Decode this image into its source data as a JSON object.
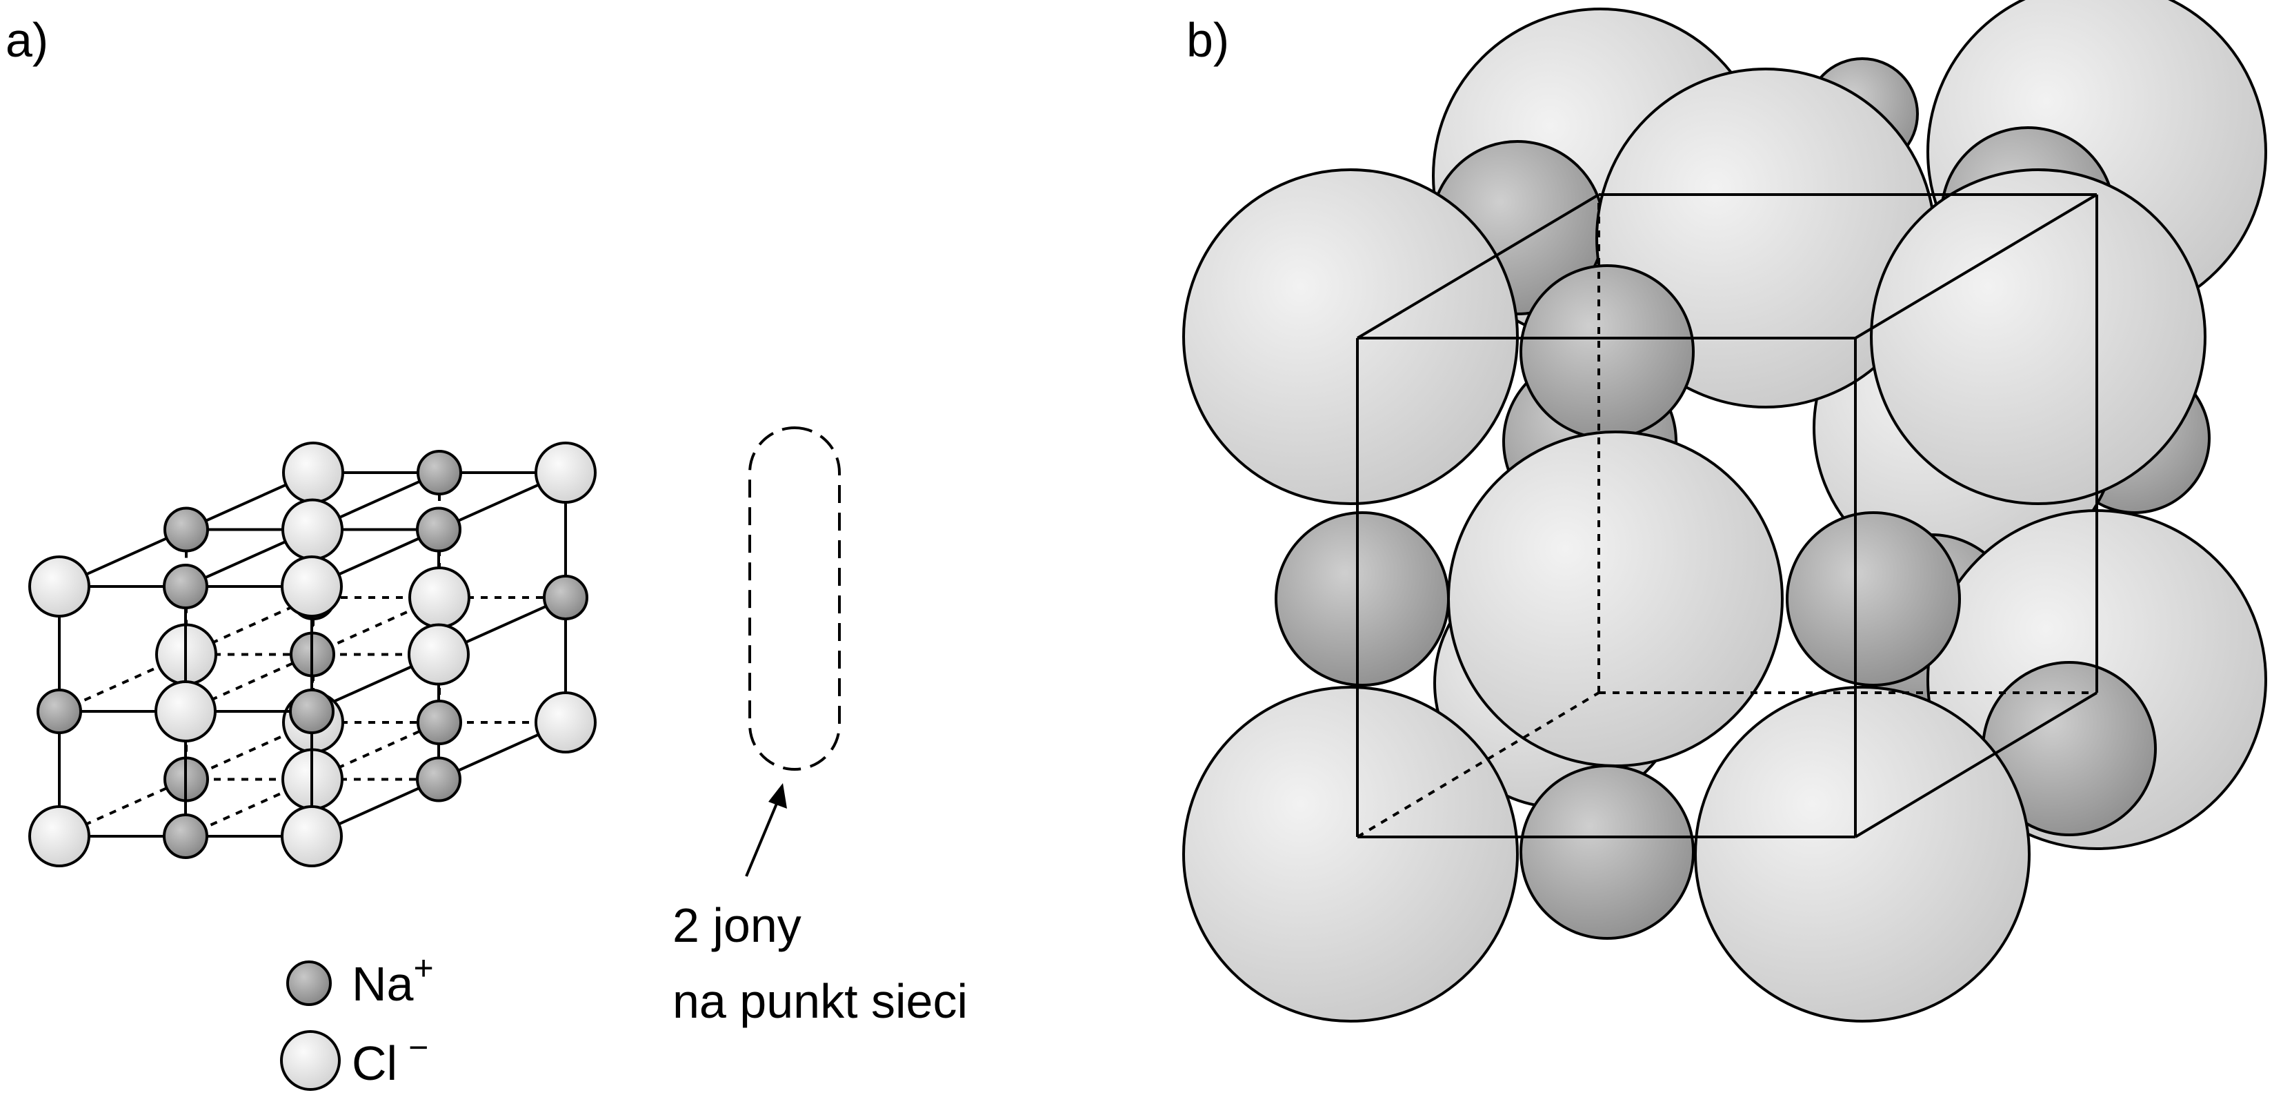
{
  "panel_a": {
    "label": "a)",
    "annotation": {
      "line1": "2 jony",
      "line2": "na punkt sieci"
    },
    "legend": {
      "na": {
        "symbol": "Na",
        "charge": "+"
      },
      "cl": {
        "symbol": "Cl",
        "charge": "−"
      }
    }
  },
  "panel_b": {
    "label": "b)"
  },
  "colors": {
    "na_ion": "#9a9a9a",
    "cl_ion": "#e6e6e6",
    "line": "#000000"
  }
}
